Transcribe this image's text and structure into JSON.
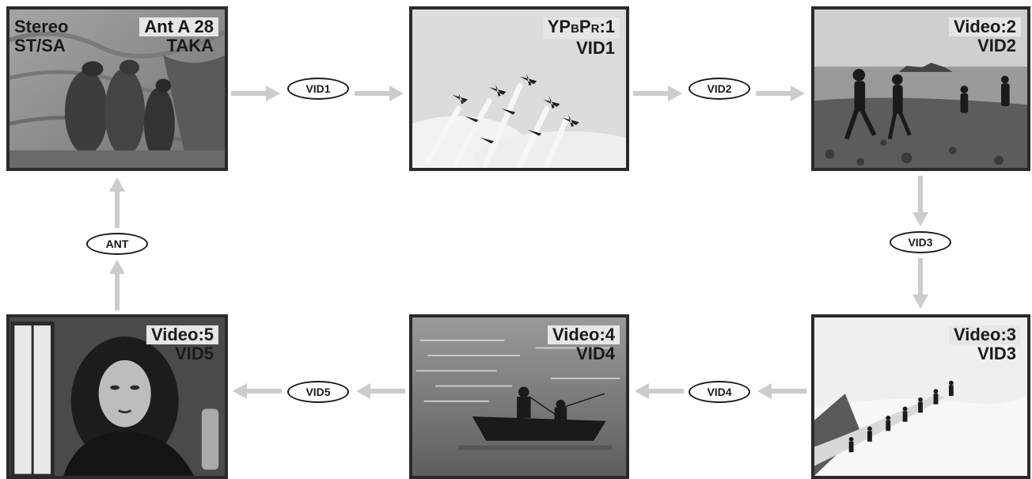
{
  "panels": {
    "ant": {
      "left_line1": "Stereo",
      "left_line2": "ST/SA",
      "right_line1": "Ant A 28",
      "right_line2": "TAKA"
    },
    "vid1": {
      "line1_a": "YP",
      "line1_b": "B",
      "line1_c": "P",
      "line1_d": "R",
      "line1_e": ":1",
      "line2": "VID1"
    },
    "vid2": {
      "line1": "Video:2",
      "line2": "VID2"
    },
    "vid3": {
      "line1": "Video:3",
      "line2": "VID3"
    },
    "vid4": {
      "line1": "Video:4",
      "line2": "VID4"
    },
    "vid5": {
      "line1": "Video:5",
      "line2": "VID5"
    }
  },
  "buttons": {
    "vid1": "VID1",
    "vid2": "VID2",
    "vid3": "VID3",
    "vid4": "VID4",
    "vid5": "VID5",
    "ant": "ANT"
  },
  "colors": {
    "arrow": "#cccccc",
    "frame": "#2a2a2a",
    "label_bg": "#e6e6e6"
  }
}
